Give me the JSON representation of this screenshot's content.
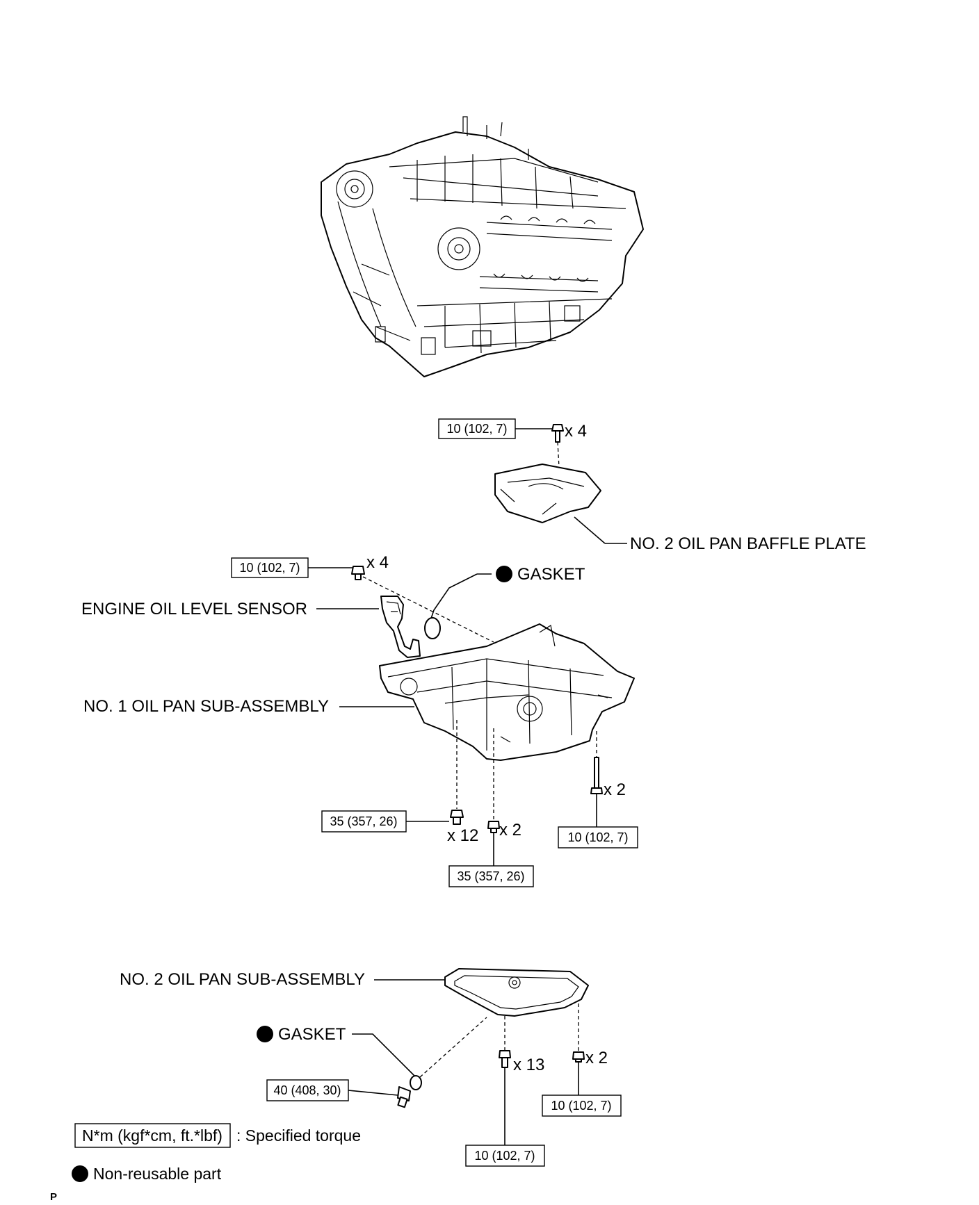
{
  "parts": {
    "baffle_plate": "NO. 2 OIL PAN BAFFLE PLATE",
    "gasket_upper": "GASKET",
    "oil_level_sensor": "ENGINE OIL LEVEL SENSOR",
    "oil_pan_1": "NO. 1 OIL PAN SUB-ASSEMBLY",
    "oil_pan_2": "NO. 2 OIL PAN SUB-ASSEMBLY",
    "gasket_lower": "GASKET"
  },
  "torques": {
    "baffle_bolts": "10 (102, 7)",
    "sensor_bolts": "10 (102, 7)",
    "pan1_long_bolts": "35 (357, 26)",
    "pan1_short_bolts": "35 (357, 26)",
    "pan1_side_bolts": "10 (102, 7)",
    "drain_plug": "40 (408, 30)",
    "pan2_bolts": "10 (102, 7)",
    "pan2_nuts": "10 (102, 7)"
  },
  "quantities": {
    "baffle_bolts": "x 4",
    "sensor_bolts": "x 4",
    "pan1_long_bolts": "x 12",
    "pan1_short_bolts": "x 2",
    "pan1_side_bolts": "x 2",
    "pan2_bolts": "x 13",
    "pan2_nuts": "x 2"
  },
  "legend": {
    "torque_box": "N*m (kgf*cm, ft.*lbf)",
    "torque_text": ": Specified torque",
    "nonreusable_text": "Non-reusable part"
  },
  "page_marker": "P"
}
